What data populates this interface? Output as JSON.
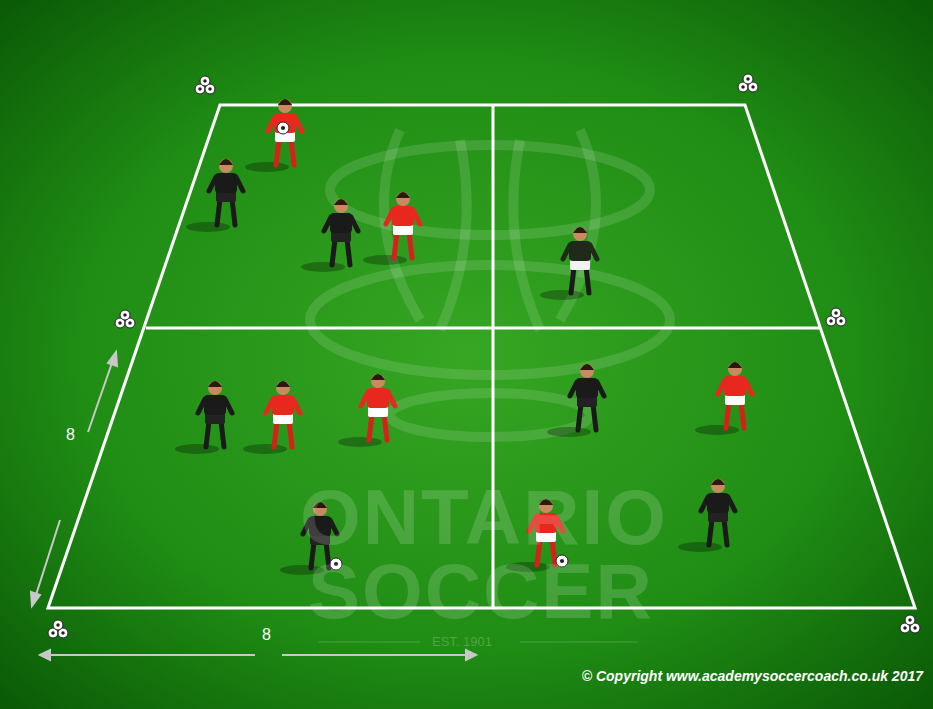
{
  "diagram": {
    "labels": [
      "8",
      "8",
      "ONTARIO",
      "SOCCER",
      "EST. 1901",
      "© Copyright www.academysoccercoach.co.uk 2017"
    ]
  }
}
